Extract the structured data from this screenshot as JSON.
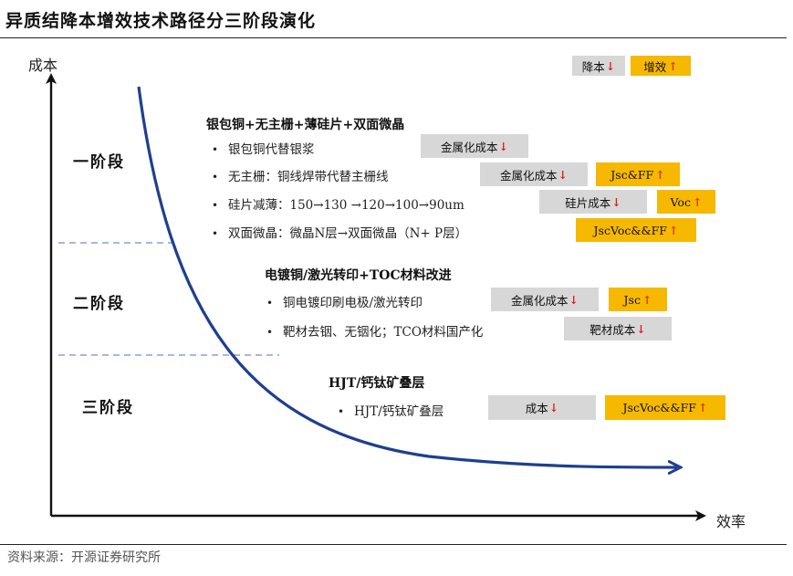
{
  "title": "异质结降本增效技术路径分三阶段演化",
  "axes": {
    "y_label": "成本",
    "x_label": "效率"
  },
  "legend": {
    "down_label": "降本",
    "up_label": "增效",
    "down_arrow": "↓",
    "up_arrow": "↑"
  },
  "stages": [
    {
      "label": "一阶段",
      "title": "银包铜+无主栅+薄硅片+双面微晶",
      "items": [
        {
          "text": "银包铜代替银浆",
          "tags": [
            {
              "kind": "gray",
              "label": "金属化成本",
              "arrow": "↓"
            }
          ]
        },
        {
          "text": "无主栅：铜线焊带代替主栅线",
          "tags": [
            {
              "kind": "gray",
              "label": "金属化成本",
              "arrow": "↓"
            },
            {
              "kind": "orange",
              "label": "Jsc&FF",
              "arrow": "↑"
            }
          ]
        },
        {
          "text": "硅片减薄：150→130 →120→100→90um",
          "tags": [
            {
              "kind": "gray",
              "label": "硅片成本",
              "arrow": "↓"
            },
            {
              "kind": "orange",
              "label": "Voc",
              "arrow": "↑"
            }
          ]
        },
        {
          "text": "双面微晶：微晶N层→双面微晶（N+ P层）",
          "tags": [
            {
              "kind": "orange",
              "label": "JscVoc&&FF",
              "arrow": "↑"
            }
          ]
        }
      ]
    },
    {
      "label": "二阶段",
      "title": "电镀铜/激光转印+TOC材料改进",
      "items": [
        {
          "text": "铜电镀印刷电极/激光转印",
          "tags": [
            {
              "kind": "gray",
              "label": "金属化成本",
              "arrow": "↓"
            },
            {
              "kind": "orange",
              "label": "Jsc",
              "arrow": "↑"
            }
          ]
        },
        {
          "text": "靶材去铟、无铟化；TCO材料国产化",
          "tags": [
            {
              "kind": "gray",
              "label": "靶材成本",
              "arrow": "↓"
            }
          ]
        }
      ]
    },
    {
      "label": "三阶段",
      "title": "HJT/钙钛矿叠层",
      "items": [
        {
          "text": "HJT/钙钛矿叠层",
          "tags": [
            {
              "kind": "gray",
              "label": "成本",
              "arrow": "↓"
            },
            {
              "kind": "orange",
              "label": "JscVoc&&FF",
              "arrow": "↑"
            }
          ]
        }
      ]
    }
  ],
  "bullet_glyph": "•",
  "colors": {
    "curve": "#1f3f8f",
    "gray_tag": "#d7d7d7",
    "orange_tag": "#f6b800",
    "down_arrow": "#e21a1a",
    "divider": "#6f8fc8"
  },
  "source": "资料来源：开源证券研究所"
}
